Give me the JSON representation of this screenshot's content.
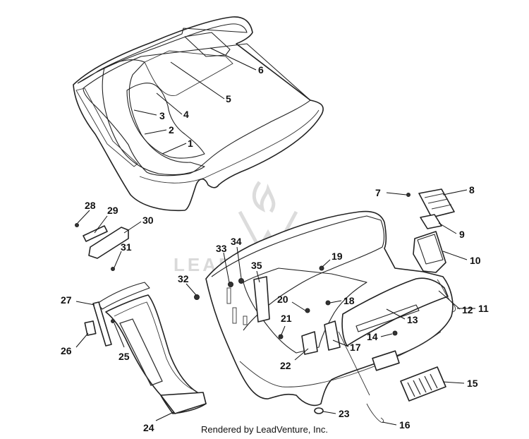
{
  "watermark": {
    "text": "LEADVENTURE"
  },
  "credit": "Rendered by LeadVenture, Inc.",
  "callouts": [
    {
      "id": "1",
      "label": "1"
    },
    {
      "id": "2",
      "label": "2"
    },
    {
      "id": "3",
      "label": "3"
    },
    {
      "id": "4",
      "label": "4"
    },
    {
      "id": "5",
      "label": "5"
    },
    {
      "id": "6",
      "label": "6"
    },
    {
      "id": "7",
      "label": "7"
    },
    {
      "id": "8",
      "label": "8"
    },
    {
      "id": "9",
      "label": "9"
    },
    {
      "id": "10",
      "label": "10"
    },
    {
      "id": "11",
      "label": "11"
    },
    {
      "id": "12",
      "label": "12"
    },
    {
      "id": "13",
      "label": "13"
    },
    {
      "id": "14",
      "label": "14"
    },
    {
      "id": "15",
      "label": "15"
    },
    {
      "id": "16",
      "label": "16"
    },
    {
      "id": "17",
      "label": "17"
    },
    {
      "id": "18",
      "label": "18"
    },
    {
      "id": "19",
      "label": "19"
    },
    {
      "id": "20",
      "label": "20"
    },
    {
      "id": "21",
      "label": "21"
    },
    {
      "id": "22",
      "label": "22"
    },
    {
      "id": "23",
      "label": "23"
    },
    {
      "id": "24",
      "label": "24"
    },
    {
      "id": "25",
      "label": "25"
    },
    {
      "id": "26",
      "label": "26"
    },
    {
      "id": "27",
      "label": "27"
    },
    {
      "id": "28",
      "label": "28"
    },
    {
      "id": "29",
      "label": "29"
    },
    {
      "id": "30",
      "label": "30"
    },
    {
      "id": "31",
      "label": "31"
    },
    {
      "id": "32",
      "label": "32"
    },
    {
      "id": "33",
      "label": "33"
    },
    {
      "id": "34",
      "label": "34"
    },
    {
      "id": "35",
      "label": "35"
    }
  ]
}
